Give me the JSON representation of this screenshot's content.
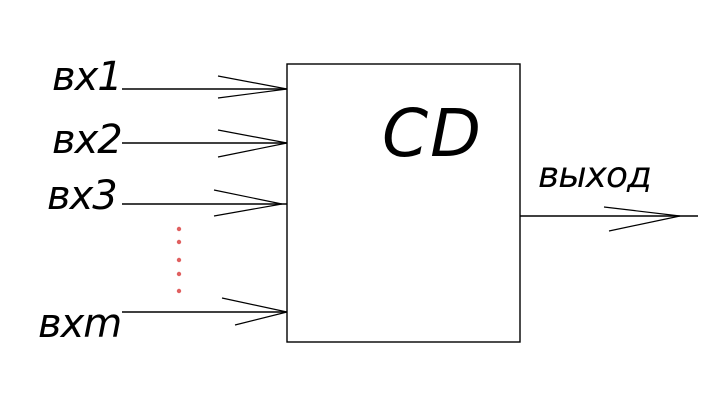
{
  "block": {
    "label": "CD"
  },
  "inputs": [
    {
      "label": "вх1"
    },
    {
      "label": "вх2"
    },
    {
      "label": "вх3"
    },
    {
      "label": "вхm"
    }
  ],
  "output": {
    "label": "выход"
  },
  "colors": {
    "line": "#000000",
    "ellipsis_dots": "#e06060",
    "background": "#ffffff"
  }
}
